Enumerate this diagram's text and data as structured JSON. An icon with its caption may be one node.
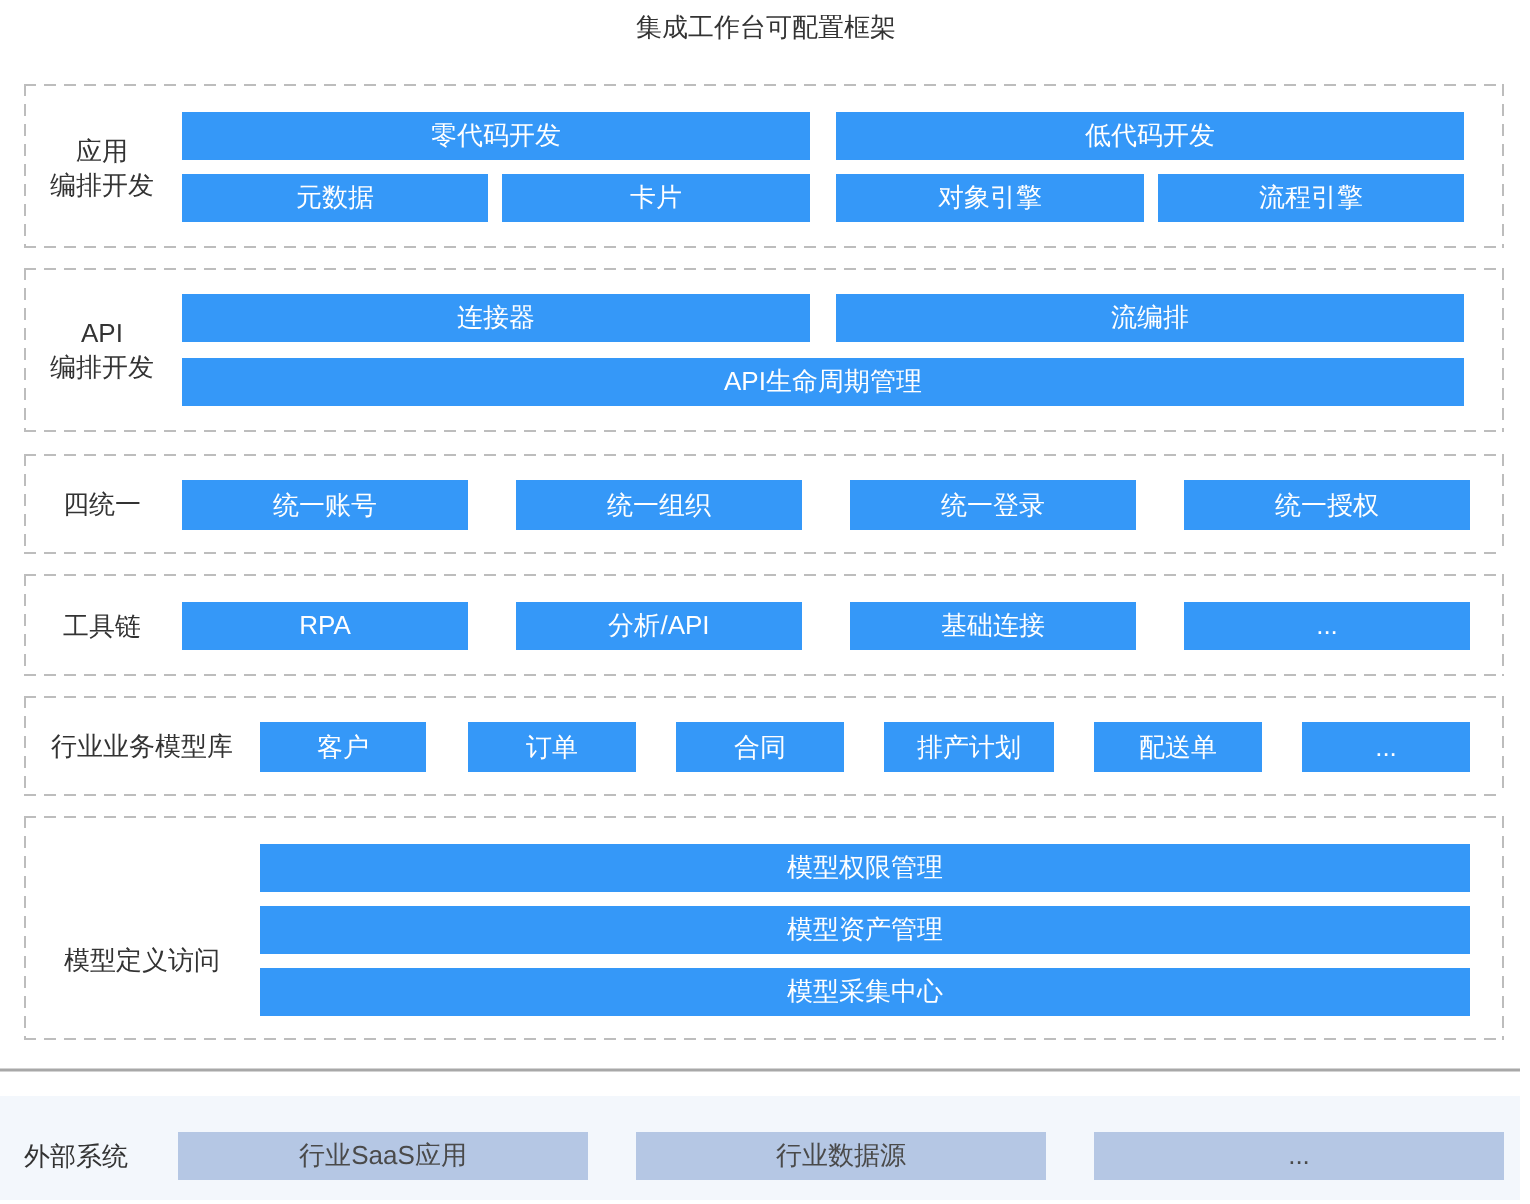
{
  "diagram": {
    "title": "集成工作台可配置框架",
    "nodes": [
      {
        "text": [
          "应用编排开发"
        ]
      },
      {
        "text": [
          "零代码开发"
        ],
        "in": 0
      },
      {
        "text": [
          "低代码开发"
        ],
        "in": 0
      },
      {
        "text": [
          "元数据"
        ],
        "in": 0
      },
      {
        "text": [
          "卡片"
        ],
        "in": 0
      },
      {
        "text": [
          "对象引擎"
        ],
        "in": 0
      },
      {
        "text": [
          "流程引擎"
        ],
        "in": 0
      },
      {
        "text": [
          "API编排开发"
        ]
      },
      {
        "text": [
          "连接器"
        ],
        "in": 7
      },
      {
        "text": [
          "流编排"
        ],
        "in": 7
      },
      {
        "text": [
          "API生命周期管理"
        ],
        "in": 7
      },
      {
        "text": [
          "四统一"
        ]
      },
      {
        "text": [
          "统一账号"
        ],
        "in": 11
      },
      {
        "text": [
          "统一组织"
        ],
        "in": 11
      },
      {
        "text": [
          "统一登录"
        ],
        "in": 11
      },
      {
        "text": [
          "统一授权"
        ],
        "in": 11
      },
      {
        "text": [
          "工具链"
        ]
      },
      {
        "text": [
          "RPA"
        ],
        "in": 16
      },
      {
        "text": [
          "分析/API"
        ],
        "in": 16
      },
      {
        "text": [
          "基础连接"
        ],
        "in": 16
      },
      {
        "text": [
          "..."
        ],
        "in": 16
      },
      {
        "text": [
          "行业业务模型库"
        ]
      },
      {
        "text": [
          "客户"
        ],
        "in": 21
      },
      {
        "text": [
          "订单"
        ],
        "in": 21
      },
      {
        "text": [
          "合同"
        ],
        "in": 21
      },
      {
        "text": [
          "排产计划"
        ],
        "in": 21
      },
      {
        "text": [
          "配送单"
        ],
        "in": 21
      },
      {
        "text": [
          "..."
        ],
        "in": 21
      },
      {
        "text": [
          "模型定义访问"
        ]
      },
      {
        "text": [
          "模型权限管理"
        ],
        "in": 28
      },
      {
        "text": [
          "模型资产管理"
        ],
        "in": 28
      },
      {
        "text": [
          "模型采集中心"
        ],
        "in": 28
      },
      {
        "text": [
          "外部系统"
        ]
      },
      {
        "text": [
          "行业SaaS应用"
        ],
        "in": 32
      },
      {
        "text": [
          "行业数据源"
        ],
        "in": 32
      },
      {
        "text": [
          "..."
        ],
        "in": 32
      }
    ]
  }
}
